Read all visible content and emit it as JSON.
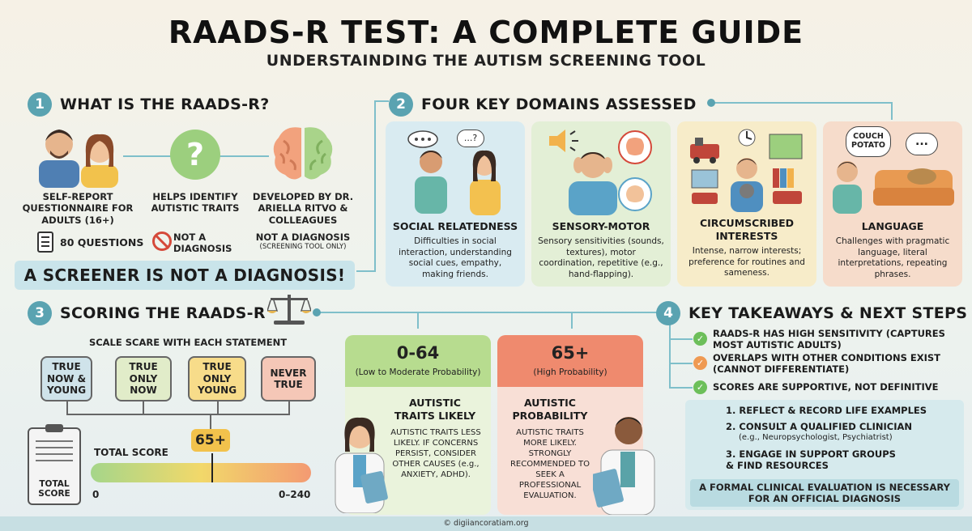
{
  "header": {
    "title": "RAADS-R TEST: A COMPLETE GUIDE",
    "subtitle": "UNDERSTAINDING THE AUTISM SCREENING TOOL"
  },
  "section1": {
    "number": "1",
    "title": "WHAT IS THE RAADS-R?",
    "items": [
      {
        "label": "SELF-REPORT QUESTIONNAIRE FOR ADULTS (16+)",
        "icon": "people-icon"
      },
      {
        "label": "HELPS IDENTIFY AUTISTIC TRAITS",
        "icon": "question-icon"
      },
      {
        "label": "DEVELOPED BY DR. ARIELLA RITVO & COLLEAGUES",
        "icon": "brain-icon"
      }
    ],
    "questions": "80 QUESTIONS",
    "not_diagnosis": "NOT A DIAGNOSIS",
    "not_diagnosis_2": "NOT A DIAGNOSIS",
    "screening_note": "(SCREENING TOOL ONLY)",
    "banner": "A SCREENER IS NOT A DIAGNOSIS!"
  },
  "section2": {
    "number": "2",
    "title": "FOUR KEY DOMAINS ASSESSED",
    "domains": [
      {
        "title": "SOCIAL RELATEDNESS",
        "text": "Difficulties in social interaction, understanding social cues, empathy, making friends.",
        "color": "#d9ebf1",
        "bubble": "...?"
      },
      {
        "title": "SENSORY-MOTOR",
        "text": "Sensory sensitivities (sounds, textures), motor coordination, repetitive (e.g., hand-flapping).",
        "color": "#e3efd6"
      },
      {
        "title": "CIRCUMSCRIBED INTERESTS",
        "text": "Intense, narrow interests; preference for routines and sameness.",
        "color": "#f7ecc9"
      },
      {
        "title": "LANGUAGE",
        "text": "Challenges with pragmatic language, literal interpretations, repeating phrases.",
        "color": "#f6dccb",
        "bubble": "COUCH POTATO",
        "bubble2": "..."
      }
    ]
  },
  "section3": {
    "number": "3",
    "title": "SCORING THE RAADS-R",
    "scale_caption": "SCALE SCARE WITH EACH STATEMENT",
    "scale": [
      {
        "label": "TRUE NOW & YOUNG",
        "color": "#cfe3ea"
      },
      {
        "label": "TRUE ONLY NOW",
        "color": "#e1ecc9"
      },
      {
        "label": "TRUE ONLY YOUNG",
        "color": "#f7dc8a"
      },
      {
        "label": "NEVER TRUE",
        "color": "#f5c7b7"
      }
    ],
    "threshold": "65+",
    "total_score_label": "TOTAL SCORE",
    "clipboard_label": "TOTAL SCORE",
    "bar_min": "0",
    "bar_max": "0–240",
    "threshold_fraction": 0.55
  },
  "results": [
    {
      "range": "0-64",
      "prob": "(Low to Moderate Probability)",
      "title": "AUTISTIC TRAITS LIKELY",
      "text": "AUTISTIC TRAITS LESS LIKELY. IF CONCERNS PERSIST, CONSIDER OTHER CAUSES (e.g., ANXIETY, ADHD).",
      "head_color": "#b7dc8f",
      "body_color": "#eaf3dc"
    },
    {
      "range": "65+",
      "prob": "(High Probability)",
      "title": "AUTISTIC PROBABILITY",
      "text": "AUTISTIC TRAITS MORE LIKELY. STRONGLY RECOMMENDED TO SEEK A PROFESSIONAL EVALUATION.",
      "head_color": "#ef8a6e",
      "body_color": "#f8dfd6"
    }
  ],
  "section4": {
    "number": "4",
    "title": "KEY TAKEAWAYS & NEXT STEPS",
    "takeaways": [
      {
        "text": "RAADS-R HAS HIGH SENSITIVITY (CAPTURES MOST AUTISTIC ADULTS)",
        "color": "#6cbf5a",
        "mark": "✓"
      },
      {
        "text": "OVERLAPS WITH OTHER CONDITIONS EXIST (CANNOT DIFFERENTIATE)",
        "color": "#ef9a52",
        "mark": "✓"
      },
      {
        "text": "SCORES ARE SUPPORTIVE, NOT DEFINITIVE",
        "color": "#6cbf5a",
        "mark": "✓"
      }
    ],
    "steps": [
      {
        "text": "1. REFLECT & RECORD LIFE EXAMPLES",
        "sub": ""
      },
      {
        "text": "2. CONSULT A QUALIFIED CLINICIAN",
        "sub": "(e.g., Neuropsychologist, Psychiatrist)"
      },
      {
        "text": "3. ENGAGE IN SUPPORT GROUPS & FIND RESOURCES",
        "sub": ""
      }
    ],
    "final_note": "A FORMAL CLINICAL EVALUATION IS NECESSARY FOR AN OFFICIAL DIAGNOSIS"
  },
  "footer": {
    "text": "© digiiancoratiam.org"
  }
}
